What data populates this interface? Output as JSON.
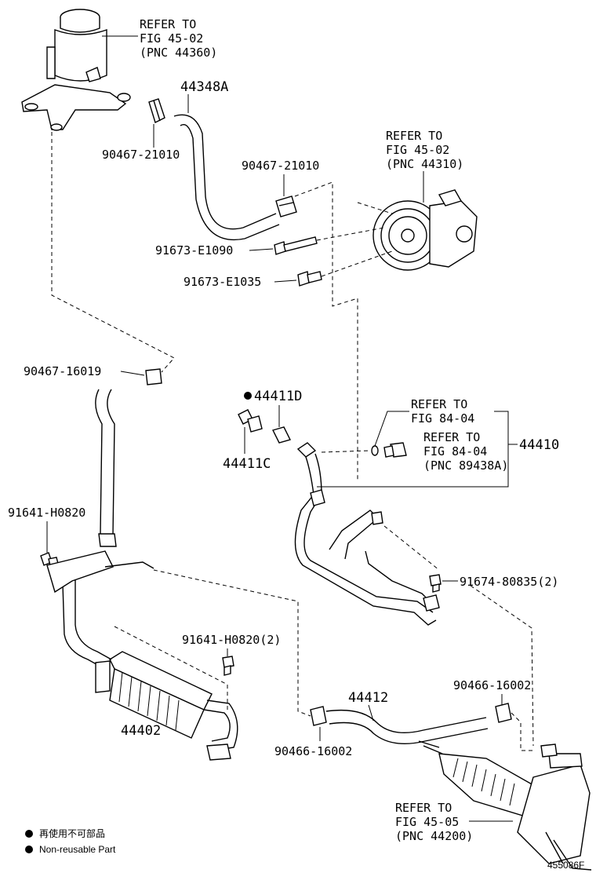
{
  "callouts": {
    "ref_reservoir": [
      "REFER TO",
      "FIG 45-02",
      "(PNC 44360)"
    ],
    "hose_44348a": "44348A",
    "clamp_upper_left": "90467-21010",
    "clamp_upper_right": "90467-21010",
    "ref_pump": [
      "REFER TO",
      "FIG 45-02",
      "(PNC 44310)"
    ],
    "bolt_e1090": "91673-E1090",
    "bolt_e1035": "91673-E1035",
    "clamp_16019": "90467-16019",
    "gasket_44411d": "44411D",
    "union_44411c": "44411C",
    "ref_oring": [
      "REFER TO",
      "FIG 84-04"
    ],
    "ref_switch": [
      "REFER TO",
      "FIG 84-04",
      "(PNC 89438A)"
    ],
    "tube_44410": "44410",
    "bolt_h0820": "91641-H0820",
    "bolt_h0820_2": "91641-H0820(2)",
    "bolt_80835_2": "91674-80835(2)",
    "cooler_44402": "44402",
    "hose_44412": "44412",
    "clamp_16002_right": "90466-16002",
    "clamp_16002_left": "90466-16002",
    "ref_rack": [
      "REFER TO",
      "FIG 45-05",
      "(PNC 44200)"
    ]
  },
  "legend": {
    "line_jp": "再使用不可部品",
    "line_en": "Non-reusable Part"
  },
  "diagram_code": "455086F"
}
